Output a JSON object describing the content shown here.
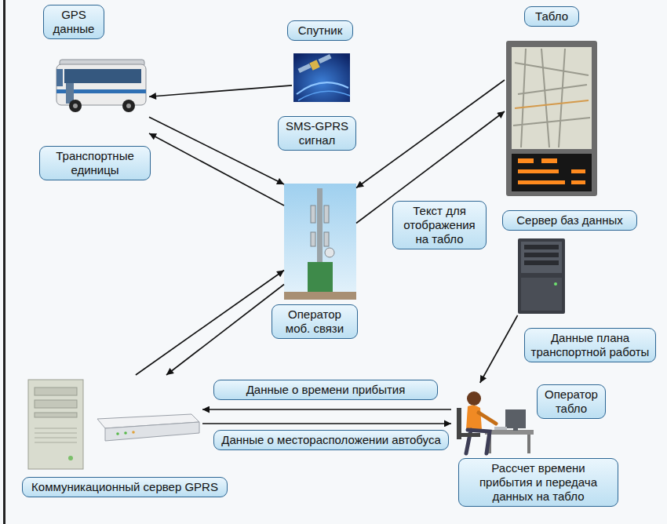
{
  "diagram": {
    "nodes": [
      {
        "text": [
          "GPS данные",
          "Транспортные единицы"
        ]
      },
      {
        "text": [
          "Спутник"
        ]
      },
      {
        "text": [
          "Табло"
        ]
      },
      {
        "text": [
          "SMS-GPRS сигнал",
          "Оператор моб. связи"
        ]
      },
      {
        "text": [
          "Сервер баз данных"
        ]
      },
      {
        "text": [
          "Коммуникационный сервер GPRS"
        ]
      },
      {
        "text": [
          "Оператор табло",
          "Рассчет времени прибытия и передача данных на табло"
        ]
      }
    ],
    "edges": [
      {
        "from": 1,
        "to": 0,
        "arrow": "to"
      },
      {
        "from": 0,
        "to": 3,
        "arrow": "to"
      },
      {
        "from": 3,
        "to": 0,
        "arrow": "to"
      },
      {
        "from": 2,
        "to": 3,
        "arrow": "to"
      },
      {
        "from": 3,
        "to": 2,
        "arrow": "to",
        "label": "Текст для отображения на табло"
      },
      {
        "from": 4,
        "to": 6,
        "arrow": "to",
        "label": "Данные плана транспортной работы"
      },
      {
        "from": 5,
        "to": 3,
        "arrow": "to"
      },
      {
        "from": 3,
        "to": 5,
        "arrow": "to"
      },
      {
        "from": 6,
        "to": 5,
        "arrow": "to",
        "label": "Данные о времени прибытия"
      },
      {
        "from": 5,
        "to": 6,
        "arrow": "to",
        "label": "Данные о месторасположении автобуса"
      }
    ]
  }
}
